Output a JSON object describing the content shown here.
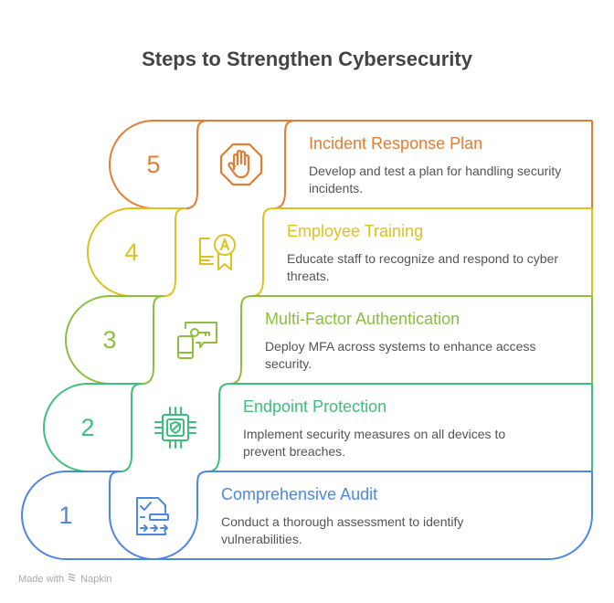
{
  "title": "Steps to Strengthen Cybersecurity",
  "steps": [
    {
      "number": "5",
      "heading": "Incident Response Plan",
      "description": "Develop and test a plan for handling security incidents.",
      "icon": "stop-hand-icon",
      "color": "#E27D33"
    },
    {
      "number": "4",
      "heading": "Employee Training",
      "description": "Educate staff to recognize and respond to cyber threats.",
      "icon": "certificate-icon",
      "color": "#DCC21C"
    },
    {
      "number": "3",
      "heading": "Multi-Factor Authentication",
      "description": "Deploy MFA across systems to enhance access security.",
      "icon": "phone-key-icon",
      "color": "#8CBF3F"
    },
    {
      "number": "2",
      "heading": "Endpoint Protection",
      "description": "Implement security measures on all devices to prevent breaches.",
      "icon": "chip-shield-icon",
      "color": "#3DBE7B"
    },
    {
      "number": "1",
      "heading": "Comprehensive Audit",
      "description": "Conduct a thorough assessment to identify vulnerabilities.",
      "icon": "audit-document-icon",
      "color": "#4F86E3"
    }
  ],
  "footer": {
    "made_with": "Made with",
    "brand": "Napkin"
  }
}
